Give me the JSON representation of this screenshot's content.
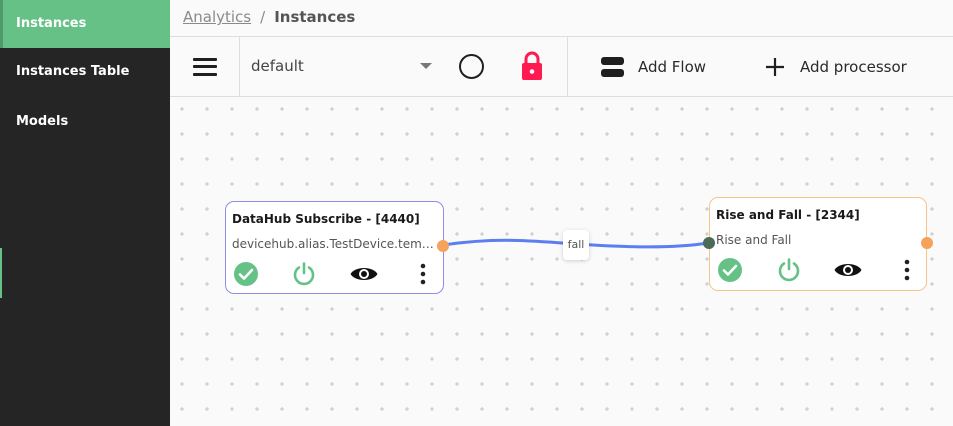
{
  "sidebar": {
    "items": [
      {
        "label": "Instances",
        "active": true
      },
      {
        "label": "Instances Table",
        "active": false
      },
      {
        "label": "Models",
        "active": false
      }
    ],
    "accent_color": "#66c187"
  },
  "breadcrumb": {
    "parent": "Analytics",
    "separator": "/",
    "current": "Instances"
  },
  "toolbar": {
    "menu_icon": "hamburger-icon",
    "select_value": "default",
    "status_icon": "circle-outline-icon",
    "lock_icon": "lock-icon",
    "lock_color": "#ff1a4f",
    "add_flow_label": "Add Flow",
    "add_flow_icon": "flow-icon",
    "add_processor_label": "Add processor",
    "add_processor_icon": "plus-icon"
  },
  "canvas": {
    "nodes": [
      {
        "title": "DataHub Subscribe - [4440]",
        "subtitle": "devicehub.alias.TestDevice.temp...",
        "border_color": "#8e8ee6",
        "actions": [
          "check-circle-icon",
          "power-icon",
          "eye-icon",
          "more-vertical-icon"
        ]
      },
      {
        "title": "Rise and Fall - [2344]",
        "subtitle": "Rise and Fall",
        "border_color": "#f5c58a",
        "actions": [
          "check-circle-icon",
          "power-icon",
          "eye-icon",
          "more-vertical-icon"
        ]
      }
    ],
    "edge": {
      "label": "fall",
      "color": "#5b7ff0"
    },
    "colors": {
      "status_ok": "#66c187",
      "port_out": "#f5a25d",
      "port_in": "#4a6b5a"
    }
  }
}
